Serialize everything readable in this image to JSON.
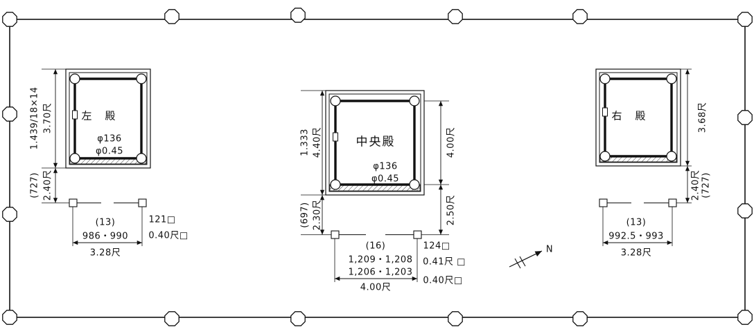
{
  "drawing": {
    "colors": {
      "line": "#111111",
      "background": "#ffffff"
    },
    "left_hall": {
      "name": "左　殿",
      "phi_mm": "φ136",
      "phi_shaku": "φ0.45",
      "dim_overall": "1.439/18×14",
      "dim_height": "3.70尺",
      "dim_lower": "2.40尺",
      "dim_lower_mm": "(727)",
      "count": "(13)",
      "width_mm": "986・990",
      "width_shaku": "3.28尺",
      "post_mm": "121□",
      "post_shaku": "0.40尺□"
    },
    "center_hall": {
      "name": "中央殿",
      "phi_mm": "φ136",
      "phi_shaku": "φ0.45",
      "dim_overall": "1.333",
      "dim_height": "4.40尺",
      "dim_lower": "2.30尺",
      "dim_lower_mm": "(697)",
      "dim_right_upper": "4.00尺",
      "dim_right_lower": "2.50尺",
      "count": "(16)",
      "width_mm_1": "1,209・1,208",
      "width_mm_2": "1,206・1,203",
      "width_shaku": "4.00尺",
      "post_mm": "124□",
      "post_shaku_1": "0.41尺 □",
      "post_shaku_2": "0.40尺□"
    },
    "right_hall": {
      "name": "右　殿",
      "dim_height": "3.68尺",
      "dim_lower": "2.40尺",
      "dim_lower_mm": "(727)",
      "count": "(13)",
      "width_mm": "992.5・993",
      "width_shaku": "3.28尺"
    },
    "north_label": "N"
  }
}
